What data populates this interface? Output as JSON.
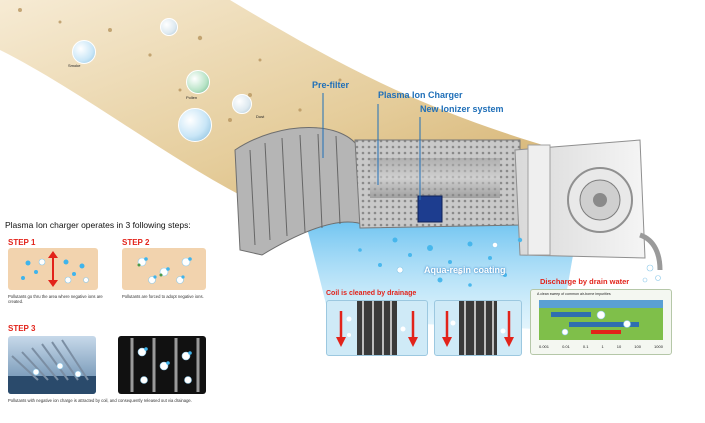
{
  "pollutants": [
    {
      "label": "Smoke"
    },
    {
      "label": "Pollen"
    },
    {
      "label": "Dust"
    }
  ],
  "callouts": {
    "pre_filter": "Pre-filter",
    "plasma_ion_charger": "Plasma Ion Charger",
    "new_ionizer": "New Ionizer system",
    "aqua_resin": "Aqua-resin coating",
    "coil_cleaned": "Coil is cleaned by drainage",
    "discharge": "Discharge by drain water"
  },
  "steps_heading": "Plasma Ion charger operates in 3 following steps:",
  "steps": [
    {
      "title": "STEP 1",
      "caption": "Pollutants go thru the area where negative ions are created."
    },
    {
      "title": "STEP 2",
      "caption": "Pollutants are forced to adopt negative ions."
    },
    {
      "title": "STEP 3",
      "caption": "Pollutants with negative ion charge is attracted by coil, and consequently released out via drainage."
    }
  ],
  "inset_chart": {
    "title": "A clean sweep of common air-borne impurities",
    "tick_labels": [
      "0.001",
      "0.01",
      "0.1",
      "1",
      "10",
      "100",
      "1000"
    ]
  },
  "colors": {
    "accent_blue": "#1f6fb8",
    "step_red": "#e2231a",
    "ion_blue": "#3fb4ec",
    "stream_tan": "#e3c994"
  }
}
